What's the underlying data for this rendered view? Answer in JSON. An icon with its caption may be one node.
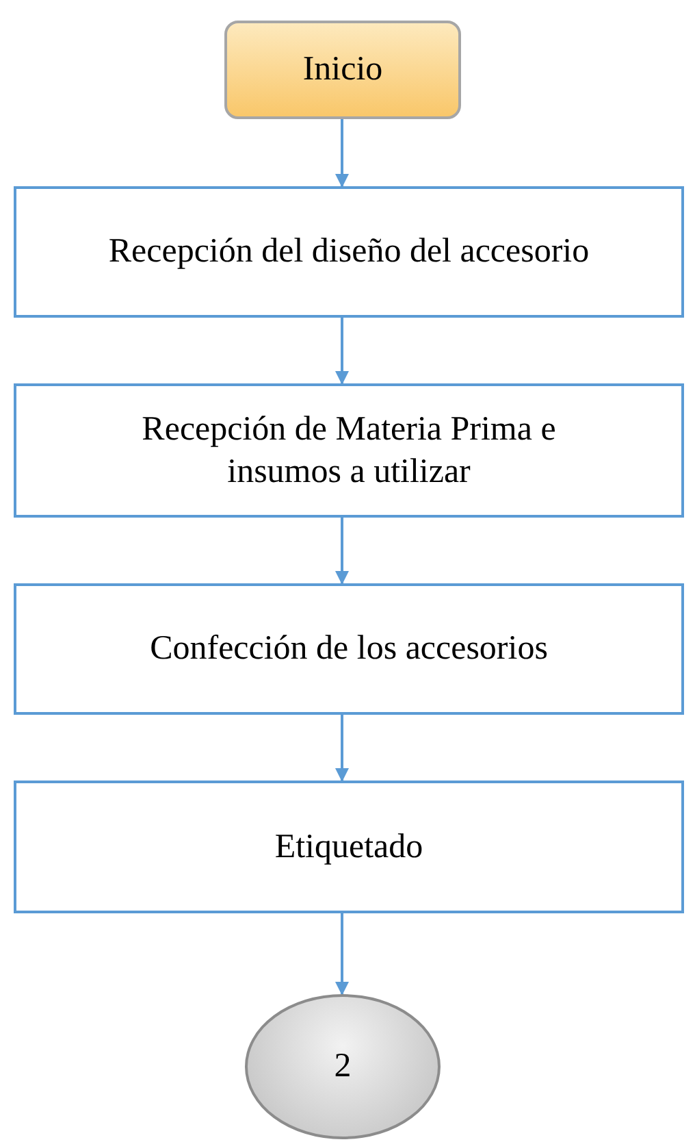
{
  "diagram": {
    "nodes": [
      {
        "text": [
          "Inicio"
        ]
      },
      {
        "text": [
          "Recepción del diseño del accesorio"
        ]
      },
      {
        "text": [
          "Recepción de Materia Prima e insumos a utilizar"
        ]
      },
      {
        "text": [
          "Confección de los accesorios"
        ]
      },
      {
        "text": [
          "Etiquetado"
        ]
      },
      {
        "text": [
          "2"
        ]
      }
    ],
    "edges": [
      {
        "from": 0,
        "to": 1,
        "arrow": "to"
      },
      {
        "from": 1,
        "to": 2,
        "arrow": "to"
      },
      {
        "from": 2,
        "to": 3,
        "arrow": "to"
      },
      {
        "from": 3,
        "to": 4,
        "arrow": "to"
      },
      {
        "from": 4,
        "to": 5,
        "arrow": "to"
      }
    ]
  }
}
